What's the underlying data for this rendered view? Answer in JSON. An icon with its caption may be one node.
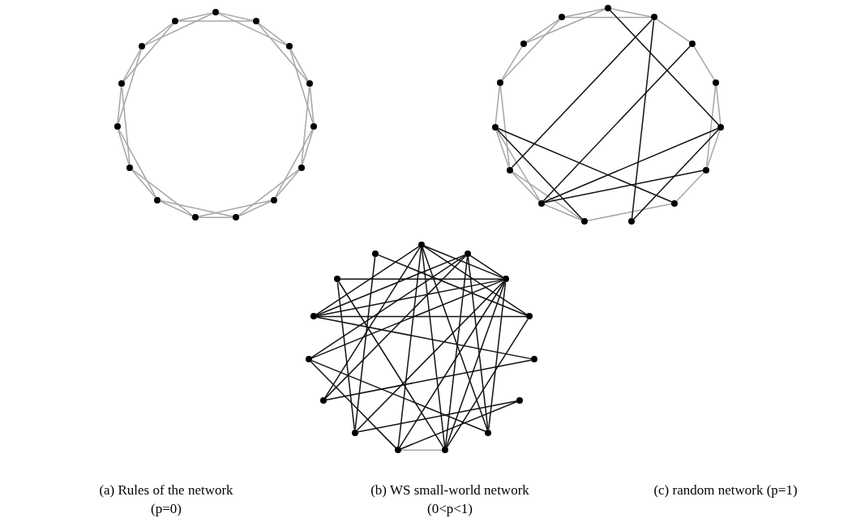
{
  "diagram": {
    "nodes": [
      {
        "text": [],
        "shape": "circle"
      },
      {
        "text": [],
        "shape": "circle"
      },
      {
        "text": [],
        "shape": "circle"
      },
      {
        "text": [],
        "shape": "circle"
      },
      {
        "text": [],
        "shape": "circle"
      },
      {
        "text": [],
        "shape": "circle"
      },
      {
        "text": [],
        "shape": "circle"
      },
      {
        "text": [],
        "shape": "circle"
      },
      {
        "text": [],
        "shape": "circle"
      },
      {
        "text": [],
        "shape": "circle"
      },
      {
        "text": [],
        "shape": "circle"
      },
      {
        "text": [],
        "shape": "circle"
      },
      {
        "text": [],
        "shape": "circle"
      },
      {
        "text": [],
        "shape": "circle"
      },
      {
        "text": [],
        "shape": "circle"
      },
      {
        "text": [],
        "shape": "circle"
      },
      {
        "text": [],
        "shape": "circle"
      },
      {
        "text": [],
        "shape": "circle"
      },
      {
        "text": [],
        "shape": "circle"
      },
      {
        "text": [],
        "shape": "circle"
      },
      {
        "text": [],
        "shape": "circle"
      },
      {
        "text": [],
        "shape": "circle"
      },
      {
        "text": [],
        "shape": "circle"
      },
      {
        "text": [],
        "shape": "circle"
      },
      {
        "text": [],
        "shape": "circle"
      },
      {
        "text": [],
        "shape": "circle"
      },
      {
        "text": [],
        "shape": "circle"
      },
      {
        "text": [],
        "shape": "circle"
      },
      {
        "text": [],
        "shape": "circle"
      },
      {
        "text": [],
        "shape": "circle"
      },
      {
        "text": [],
        "shape": "circle"
      },
      {
        "text": [],
        "shape": "circle"
      },
      {
        "text": [],
        "shape": "circle"
      },
      {
        "text": [],
        "shape": "circle"
      },
      {
        "text": [],
        "shape": "circle"
      },
      {
        "text": [],
        "shape": "circle"
      },
      {
        "text": [],
        "shape": "circle"
      },
      {
        "text": [],
        "shape": "circle"
      },
      {
        "text": [],
        "shape": "circle"
      },
      {
        "text": [],
        "shape": "circle"
      },
      {
        "text": [],
        "shape": "circle"
      },
      {
        "text": [],
        "shape": "circle"
      },
      {
        "text": [],
        "shape": "circle"
      },
      {
        "text": [],
        "shape": "circle"
      },
      {
        "text": [],
        "shape": "circle"
      }
    ],
    "edges": [
      {
        "from": 0,
        "to": 1,
        "arrow": "none"
      },
      {
        "from": 1,
        "to": 2,
        "arrow": "none"
      },
      {
        "from": 2,
        "to": 3,
        "arrow": "none"
      },
      {
        "from": 3,
        "to": 4,
        "arrow": "none"
      },
      {
        "from": 4,
        "to": 5,
        "arrow": "none"
      },
      {
        "from": 5,
        "to": 6,
        "arrow": "none"
      },
      {
        "from": 6,
        "to": 7,
        "arrow": "none"
      },
      {
        "from": 7,
        "to": 8,
        "arrow": "none"
      },
      {
        "from": 8,
        "to": 9,
        "arrow": "none"
      },
      {
        "from": 9,
        "to": 10,
        "arrow": "none"
      },
      {
        "from": 10,
        "to": 11,
        "arrow": "none"
      },
      {
        "from": 11,
        "to": 12,
        "arrow": "none"
      },
      {
        "from": 12,
        "to": 13,
        "arrow": "none"
      },
      {
        "from": 13,
        "to": 14,
        "arrow": "none"
      },
      {
        "from": 14,
        "to": 0,
        "arrow": "none"
      },
      {
        "from": 0,
        "to": 2,
        "arrow": "none"
      },
      {
        "from": 1,
        "to": 3,
        "arrow": "none"
      },
      {
        "from": 2,
        "to": 4,
        "arrow": "none"
      },
      {
        "from": 3,
        "to": 5,
        "arrow": "none"
      },
      {
        "from": 4,
        "to": 6,
        "arrow": "none"
      },
      {
        "from": 5,
        "to": 7,
        "arrow": "none"
      },
      {
        "from": 6,
        "to": 8,
        "arrow": "none"
      },
      {
        "from": 7,
        "to": 9,
        "arrow": "none"
      },
      {
        "from": 8,
        "to": 10,
        "arrow": "none"
      },
      {
        "from": 9,
        "to": 11,
        "arrow": "none"
      },
      {
        "from": 10,
        "to": 12,
        "arrow": "none"
      },
      {
        "from": 11,
        "to": 13,
        "arrow": "none"
      },
      {
        "from": 12,
        "to": 14,
        "arrow": "none"
      },
      {
        "from": 13,
        "to": 0,
        "arrow": "none"
      },
      {
        "from": 14,
        "to": 1,
        "arrow": "none"
      },
      {
        "from": 15,
        "to": 16,
        "arrow": "none"
      },
      {
        "from": 16,
        "to": 17,
        "arrow": "none"
      },
      {
        "from": 17,
        "to": 18,
        "arrow": "none"
      },
      {
        "from": 18,
        "to": 19,
        "arrow": "none"
      },
      {
        "from": 19,
        "to": 20,
        "arrow": "none"
      },
      {
        "from": 20,
        "to": 21,
        "arrow": "none"
      },
      {
        "from": 23,
        "to": 24,
        "arrow": "none"
      },
      {
        "from": 24,
        "to": 25,
        "arrow": "none"
      },
      {
        "from": 25,
        "to": 26,
        "arrow": "none"
      },
      {
        "from": 26,
        "to": 27,
        "arrow": "none"
      },
      {
        "from": 27,
        "to": 28,
        "arrow": "none"
      },
      {
        "from": 28,
        "to": 29,
        "arrow": "none"
      },
      {
        "from": 29,
        "to": 15,
        "arrow": "none"
      },
      {
        "from": 18,
        "to": 20,
        "arrow": "none"
      },
      {
        "from": 21,
        "to": 23,
        "arrow": "none"
      },
      {
        "from": 23,
        "to": 25,
        "arrow": "none"
      },
      {
        "from": 24,
        "to": 26,
        "arrow": "none"
      },
      {
        "from": 25,
        "to": 27,
        "arrow": "none"
      },
      {
        "from": 27,
        "to": 29,
        "arrow": "none"
      },
      {
        "from": 28,
        "to": 15,
        "arrow": "none"
      },
      {
        "from": 29,
        "to": 16,
        "arrow": "none"
      },
      {
        "from": 15,
        "to": 19,
        "arrow": "none",
        "color": "#111111"
      },
      {
        "from": 16,
        "to": 25,
        "arrow": "none",
        "color": "#111111"
      },
      {
        "from": 16,
        "to": 22,
        "arrow": "none",
        "color": "#111111"
      },
      {
        "from": 17,
        "to": 24,
        "arrow": "none",
        "color": "#111111"
      },
      {
        "from": 26,
        "to": 21,
        "arrow": "none",
        "color": "#111111"
      },
      {
        "from": 26,
        "to": 23,
        "arrow": "none",
        "color": "#111111"
      },
      {
        "from": 19,
        "to": 24,
        "arrow": "none",
        "color": "#111111"
      },
      {
        "from": 20,
        "to": 24,
        "arrow": "none",
        "color": "#111111"
      },
      {
        "from": 19,
        "to": 22,
        "arrow": "none",
        "color": "#111111"
      },
      {
        "from": 30,
        "to": 32,
        "arrow": "none",
        "color": "#111111"
      },
      {
        "from": 30,
        "to": 33,
        "arrow": "none",
        "color": "#111111"
      },
      {
        "from": 30,
        "to": 42,
        "arrow": "none",
        "color": "#111111"
      },
      {
        "from": 30,
        "to": 40,
        "arrow": "none",
        "color": "#111111"
      },
      {
        "from": 30,
        "to": 38,
        "arrow": "none",
        "color": "#111111"
      },
      {
        "from": 30,
        "to": 37,
        "arrow": "none",
        "color": "#111111"
      },
      {
        "from": 30,
        "to": 36,
        "arrow": "none",
        "color": "#111111"
      },
      {
        "from": 31,
        "to": 42,
        "arrow": "none",
        "color": "#111111"
      },
      {
        "from": 31,
        "to": 41,
        "arrow": "none",
        "color": "#111111"
      },
      {
        "from": 31,
        "to": 32,
        "arrow": "none",
        "color": "#111111"
      },
      {
        "from": 31,
        "to": 36,
        "arrow": "none",
        "color": "#111111"
      },
      {
        "from": 31,
        "to": 37,
        "arrow": "none",
        "color": "#111111"
      },
      {
        "from": 44,
        "to": 33,
        "arrow": "none",
        "color": "#111111"
      },
      {
        "from": 44,
        "to": 39,
        "arrow": "none",
        "color": "#111111"
      },
      {
        "from": 43,
        "to": 32,
        "arrow": "none",
        "color": "#111111"
      },
      {
        "from": 43,
        "to": 37,
        "arrow": "none",
        "color": "#111111"
      },
      {
        "from": 42,
        "to": 32,
        "arrow": "none",
        "color": "#111111"
      },
      {
        "from": 42,
        "to": 34,
        "arrow": "none",
        "color": "#111111"
      },
      {
        "from": 41,
        "to": 32,
        "arrow": "none",
        "color": "#111111"
      },
      {
        "from": 41,
        "to": 38,
        "arrow": "none",
        "color": "#111111"
      },
      {
        "from": 40,
        "to": 34,
        "arrow": "none",
        "color": "#111111"
      },
      {
        "from": 40,
        "to": 31,
        "arrow": "none",
        "color": "#111111"
      },
      {
        "from": 39,
        "to": 32,
        "arrow": "none",
        "color": "#111111"
      },
      {
        "from": 38,
        "to": 32,
        "arrow": "none",
        "color": "#111111"
      },
      {
        "from": 38,
        "to": 35,
        "arrow": "none",
        "color": "#111111"
      },
      {
        "from": 37,
        "to": 33,
        "arrow": "none",
        "color": "#111111"
      },
      {
        "from": 37,
        "to": 32,
        "arrow": "none",
        "color": "#111111"
      },
      {
        "from": 36,
        "to": 32,
        "arrow": "none",
        "color": "#111111"
      },
      {
        "from": 43,
        "to": 39,
        "arrow": "none",
        "color": "#111111"
      },
      {
        "from": 41,
        "to": 36,
        "arrow": "none",
        "color": "#111111"
      },
      {
        "from": 42,
        "to": 33,
        "arrow": "none",
        "color": "#111111"
      },
      {
        "from": 35,
        "to": 39,
        "arrow": "none",
        "color": "#111111"
      },
      {
        "from": 37,
        "to": 38,
        "arrow": "none"
      }
    ],
    "labels": [
      "(a) Rules of the network (p=0)",
      "(b) WS small-world network (0<p<1)",
      "(c) random network (p=1)"
    ]
  }
}
